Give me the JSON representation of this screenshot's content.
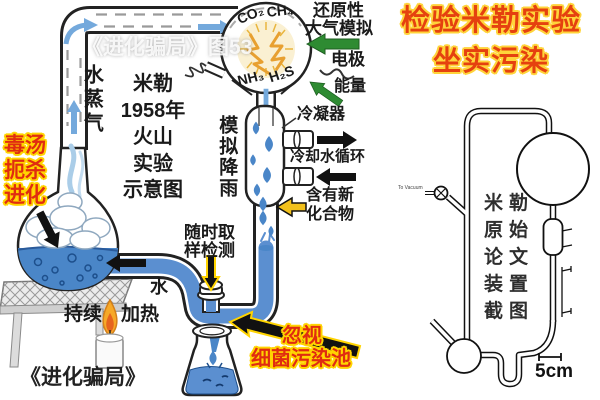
{
  "header": {
    "title_line1": "检验米勒实验",
    "title_line2": "坐实污染"
  },
  "watermarks": {
    "top": "《进化骗局》图53",
    "bottom": "《进化骗局》"
  },
  "left": {
    "caption_lines": [
      "米勒",
      "1958年",
      "火山",
      "实验",
      "示意图"
    ],
    "labels": {
      "water_vapor": "水蒸气",
      "simulated_rain": "模拟降雨",
      "co2": "CO₂",
      "ch4": "CH₄",
      "nh3": "NH₃",
      "h2s": "H₂S",
      "reducing1": "还原性",
      "reducing2": "大气模拟",
      "electrode": "电极",
      "energy": "能量",
      "condenser": "冷凝器",
      "cooling": "冷却水循环",
      "compounds1": "含有新",
      "compounds2": "化合物",
      "sampling1": "随时取",
      "sampling2": "样检测",
      "water": "水",
      "heat1": "持续",
      "heat2": "加热"
    },
    "callouts": {
      "poison": [
        "毒汤",
        "扼杀",
        "进化"
      ],
      "ignore1": "忽视",
      "ignore2": "细菌污染池"
    }
  },
  "right": {
    "caption": "米勒原始论文装置截图",
    "scale": "5cm",
    "vacuum": "To Vacuum"
  },
  "colors": {
    "title_red": "#e5410f",
    "annotation_red": "#e02c10",
    "outline_yellow": "#ffd400",
    "liquid_blue": "#5b8fd0",
    "water_blue": "#4a86c8",
    "flow_arrow_blue": "#74a9dc",
    "arrow_green": "#2e8b32",
    "arrow_yellow": "#f2c11c",
    "spark_orange": "#e8a030",
    "ink_black": "#1a1a1a"
  }
}
